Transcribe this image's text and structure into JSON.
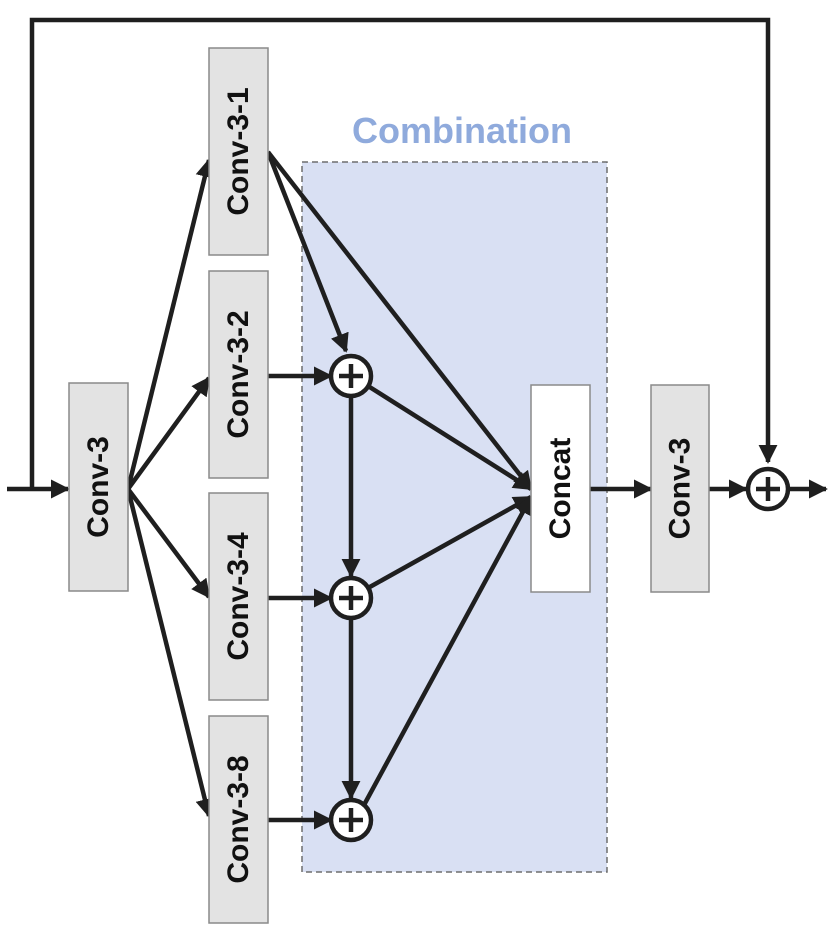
{
  "diagram": {
    "region_title": "Combination",
    "blocks": {
      "conv_in": "Conv-3",
      "conv_3_1": "Conv-3-1",
      "conv_3_2": "Conv-3-2",
      "conv_3_4": "Conv-3-4",
      "conv_3_8": "Conv-3-8",
      "concat": "Concat",
      "conv_out": "Conv-3"
    },
    "colors": {
      "block_fill": "#e3e3e3",
      "block_stroke": "#8a8a8a",
      "concat_fill": "#ffffff",
      "region_fill": "#d9e0f3",
      "region_stroke": "#6e6e6e",
      "region_title": "#8faadc",
      "edge": "#1f1f1f"
    }
  }
}
